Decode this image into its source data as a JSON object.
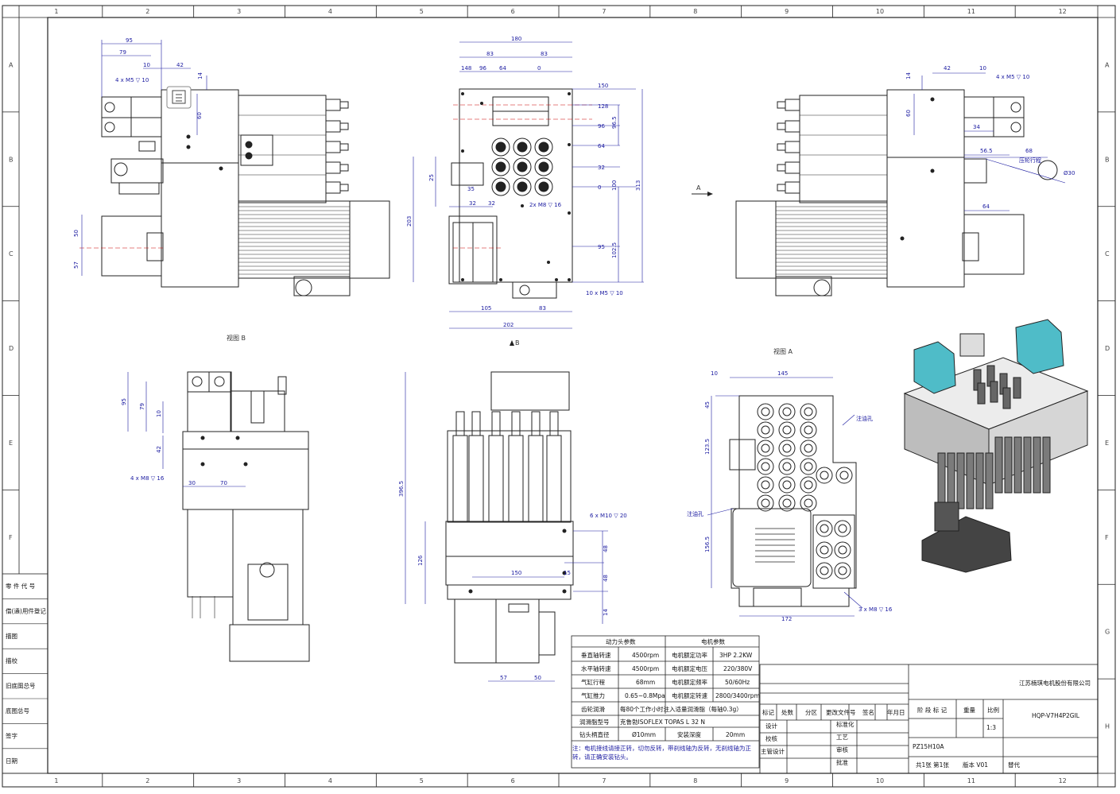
{
  "sheet": {
    "zone_columns": [
      "1",
      "2",
      "3",
      "4",
      "5",
      "6",
      "7",
      "8",
      "9",
      "10",
      "11",
      "12"
    ],
    "zone_rows": [
      "A",
      "B",
      "C",
      "D",
      "E",
      "F",
      "G",
      "H"
    ]
  },
  "views": {
    "view_b_label": "视图 B",
    "view_a_label": "视图 A",
    "arrow_a": "A",
    "arrow_b": "B"
  },
  "left_side_labels": [
    "零 件 代 号",
    "借(通)用件登记",
    "描图",
    "描校",
    "旧底图总号",
    "底图总号",
    "签字",
    "日期"
  ],
  "dimensions": {
    "view_b": [
      "95",
      "79",
      "10",
      "42",
      "14",
      "60",
      "4 x M5 ▽ 10",
      "50",
      "57"
    ],
    "front": [
      "180",
      "83",
      "83",
      "148",
      "96",
      "64",
      "0",
      "150",
      "128",
      "96",
      "64",
      "32",
      "0",
      "96.5",
      "313",
      "203",
      "100",
      "25",
      "35",
      "32",
      "32",
      "2x M8 ▽ 16",
      "95",
      "102.5",
      "105",
      "83",
      "202",
      "10 x M5 ▽ 10"
    ],
    "view_a": [
      "42",
      "10",
      "4 x M5 ▽ 10",
      "14",
      "60",
      "34",
      "56.5",
      "68",
      "压轮行程",
      "Ø30",
      "64"
    ],
    "left_bottom": [
      "95",
      "79",
      "10",
      "42",
      "4 x M8 ▽ 16",
      "30",
      "70"
    ],
    "middle_bottom": [
      "396.5",
      "6 x M10 ▽ 20",
      "48",
      "126",
      "150",
      "15",
      "48",
      "14",
      "57",
      "50"
    ],
    "right_bottom": [
      "10",
      "145",
      "45",
      "123.5",
      "156.5",
      "注油孔",
      "注油孔",
      "172",
      "3 x M8 ▽ 16"
    ]
  },
  "spec_table": {
    "header_left": "动力头参数",
    "header_right": "电机参数",
    "rows": [
      {
        "k1": "垂直轴转速",
        "v1": "4500rpm",
        "k2": "电机额定功率",
        "v2": "3HP  2.2KW"
      },
      {
        "k1": "水平轴转速",
        "v1": "4500rpm",
        "k2": "电机额定电压",
        "v2": "220/380V"
      },
      {
        "k1": "气缸行程",
        "v1": "68mm",
        "k2": "电机额定频率",
        "v2": "50/60Hz"
      },
      {
        "k1": "气缸推力",
        "v1": "0.65~0.8Mpa",
        "k2": "电机额定转速",
        "v2": "2800/3400rpm"
      }
    ],
    "lube_label": "齿轮润滑",
    "lube_value": "每80个工作小时注入适量润滑脂（每轴0.3g）",
    "grease_label": "润滑脂型号",
    "grease_value": "克鲁勃ISOFLEX TOPAS L 32 N",
    "chuck_label": "钻头柄直径",
    "chuck_value": "Ø10mm",
    "depth_label": "安装深度",
    "depth_value": "20mm",
    "note": "注：电机接线请接正转，切勿反转，带刹线轴为反转，无刹线轴为正转，请正确安装钻头。"
  },
  "title_block": {
    "company": "江苏楠琪电机股份有限公司",
    "drawing_no": "HQP-V7H4P2GIL",
    "code": "PZ15H10A",
    "scale_value": "1:3",
    "rev_headers": [
      "标记",
      "处数",
      "分区",
      "更改文件号",
      "签名",
      "年月日"
    ],
    "roles_left": [
      "设计",
      "校核",
      "主管设计"
    ],
    "roles_right": [
      "标准化",
      "工艺",
      "审核",
      "批准"
    ],
    "stage_label": "阶 段 标 记",
    "weight_label": "重量",
    "scale_label": "比例",
    "sheets": "共1张  第1张",
    "version": "版本  V01",
    "replace": "替代"
  }
}
